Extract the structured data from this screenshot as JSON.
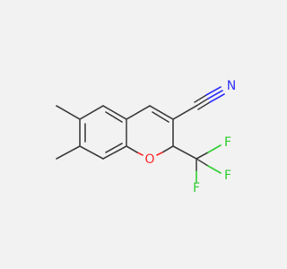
{
  "molecule": {
    "atoms": {
      "oxygen": {
        "symbol": "O",
        "color": "#ff2a2a"
      },
      "nitrogen": {
        "symbol": "N",
        "color": "#3333ff"
      },
      "fluorine_1": {
        "symbol": "F",
        "color": "#33cc33"
      },
      "fluorine_2": {
        "symbol": "F",
        "color": "#33cc33"
      },
      "fluorine_3": {
        "symbol": "F",
        "color": "#33cc33"
      }
    },
    "bond_color": "#404040",
    "background": "#f2f2f2"
  }
}
